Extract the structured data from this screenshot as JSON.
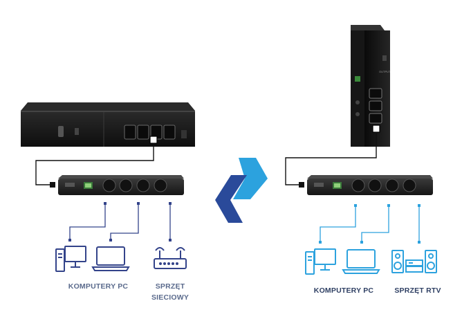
{
  "left_labels": {
    "computers": "KOMPUTERY PC",
    "network_line1": "SPRZĘT",
    "network_line2": "SIECIOWY"
  },
  "right_labels": {
    "computers": "KOMPUTERY PC",
    "rtv": "SPRZĘT RTV"
  },
  "ups_tower_text": {
    "top_label": "OUTPUT"
  },
  "colors": {
    "left_accent": "#33438a",
    "right_accent": "#2ca2de",
    "arrow_dark": "#2a4a9a",
    "arrow_light": "#2ca2de",
    "device_dark": "#1b1b1b",
    "socket_green": "#4ab54a"
  },
  "icons": [
    "desktop-pc-icon",
    "laptop-icon",
    "router-icon",
    "speakers-stereo-icon",
    "ups-rack-icon",
    "ups-tower-icon",
    "power-strip-icon",
    "swap-arrows-icon"
  ]
}
